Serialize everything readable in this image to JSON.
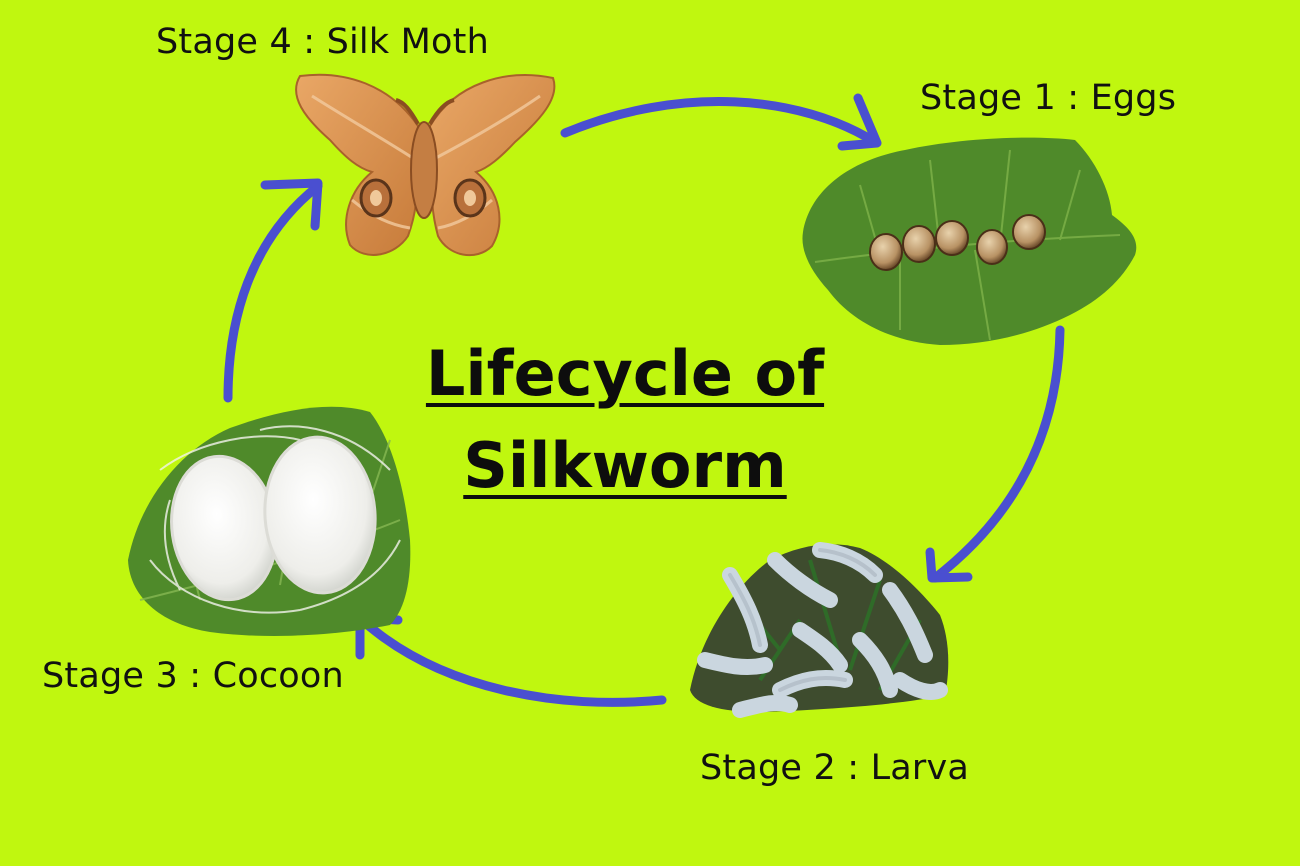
{
  "title": {
    "line1": "Lifecycle of",
    "line2": "Silkworm"
  },
  "stages": {
    "eggs": "Stage 1 : Eggs",
    "larva": "Stage 2 : Larva",
    "cocoon": "Stage 3 : Cocoon",
    "moth": "Stage 4 : Silk Moth"
  },
  "colors": {
    "background": "#c0f70f",
    "arrow": "#4a4fd0",
    "leaf": "#4f8a2a",
    "moth": "#d9924a",
    "cocoon": "#f4f4f0",
    "larva": "#c9d4dc"
  },
  "icons": [
    "silk-moth-image",
    "eggs-on-leaf-image",
    "larvae-on-leaves-image",
    "cocoons-on-leaf-image"
  ]
}
